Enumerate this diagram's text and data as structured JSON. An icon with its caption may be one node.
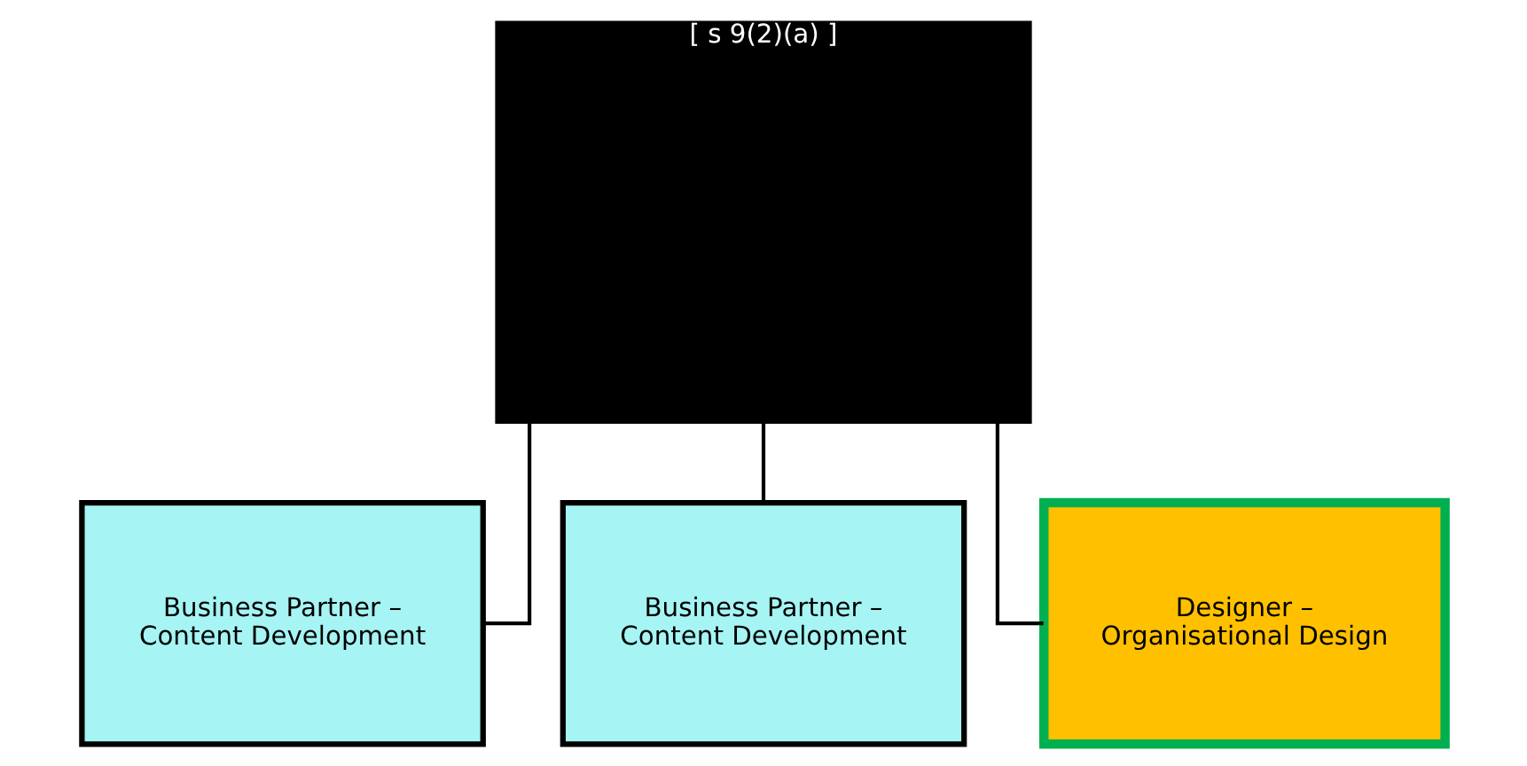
{
  "diagram": {
    "nodes": [
      {
        "text": [
          "[ s 9(2)(a) ]"
        ]
      },
      {
        "text": [
          "Business Partner – Content Development"
        ]
      },
      {
        "text": [
          "Business Partner – Content Development"
        ]
      },
      {
        "text": [
          "Designer – Organisational Design"
        ]
      }
    ],
    "edges": [
      {
        "from": 0,
        "to": 1,
        "arrow": "none"
      },
      {
        "from": 0,
        "to": 2,
        "arrow": "none"
      },
      {
        "from": 0,
        "to": 3,
        "arrow": "none"
      }
    ]
  }
}
